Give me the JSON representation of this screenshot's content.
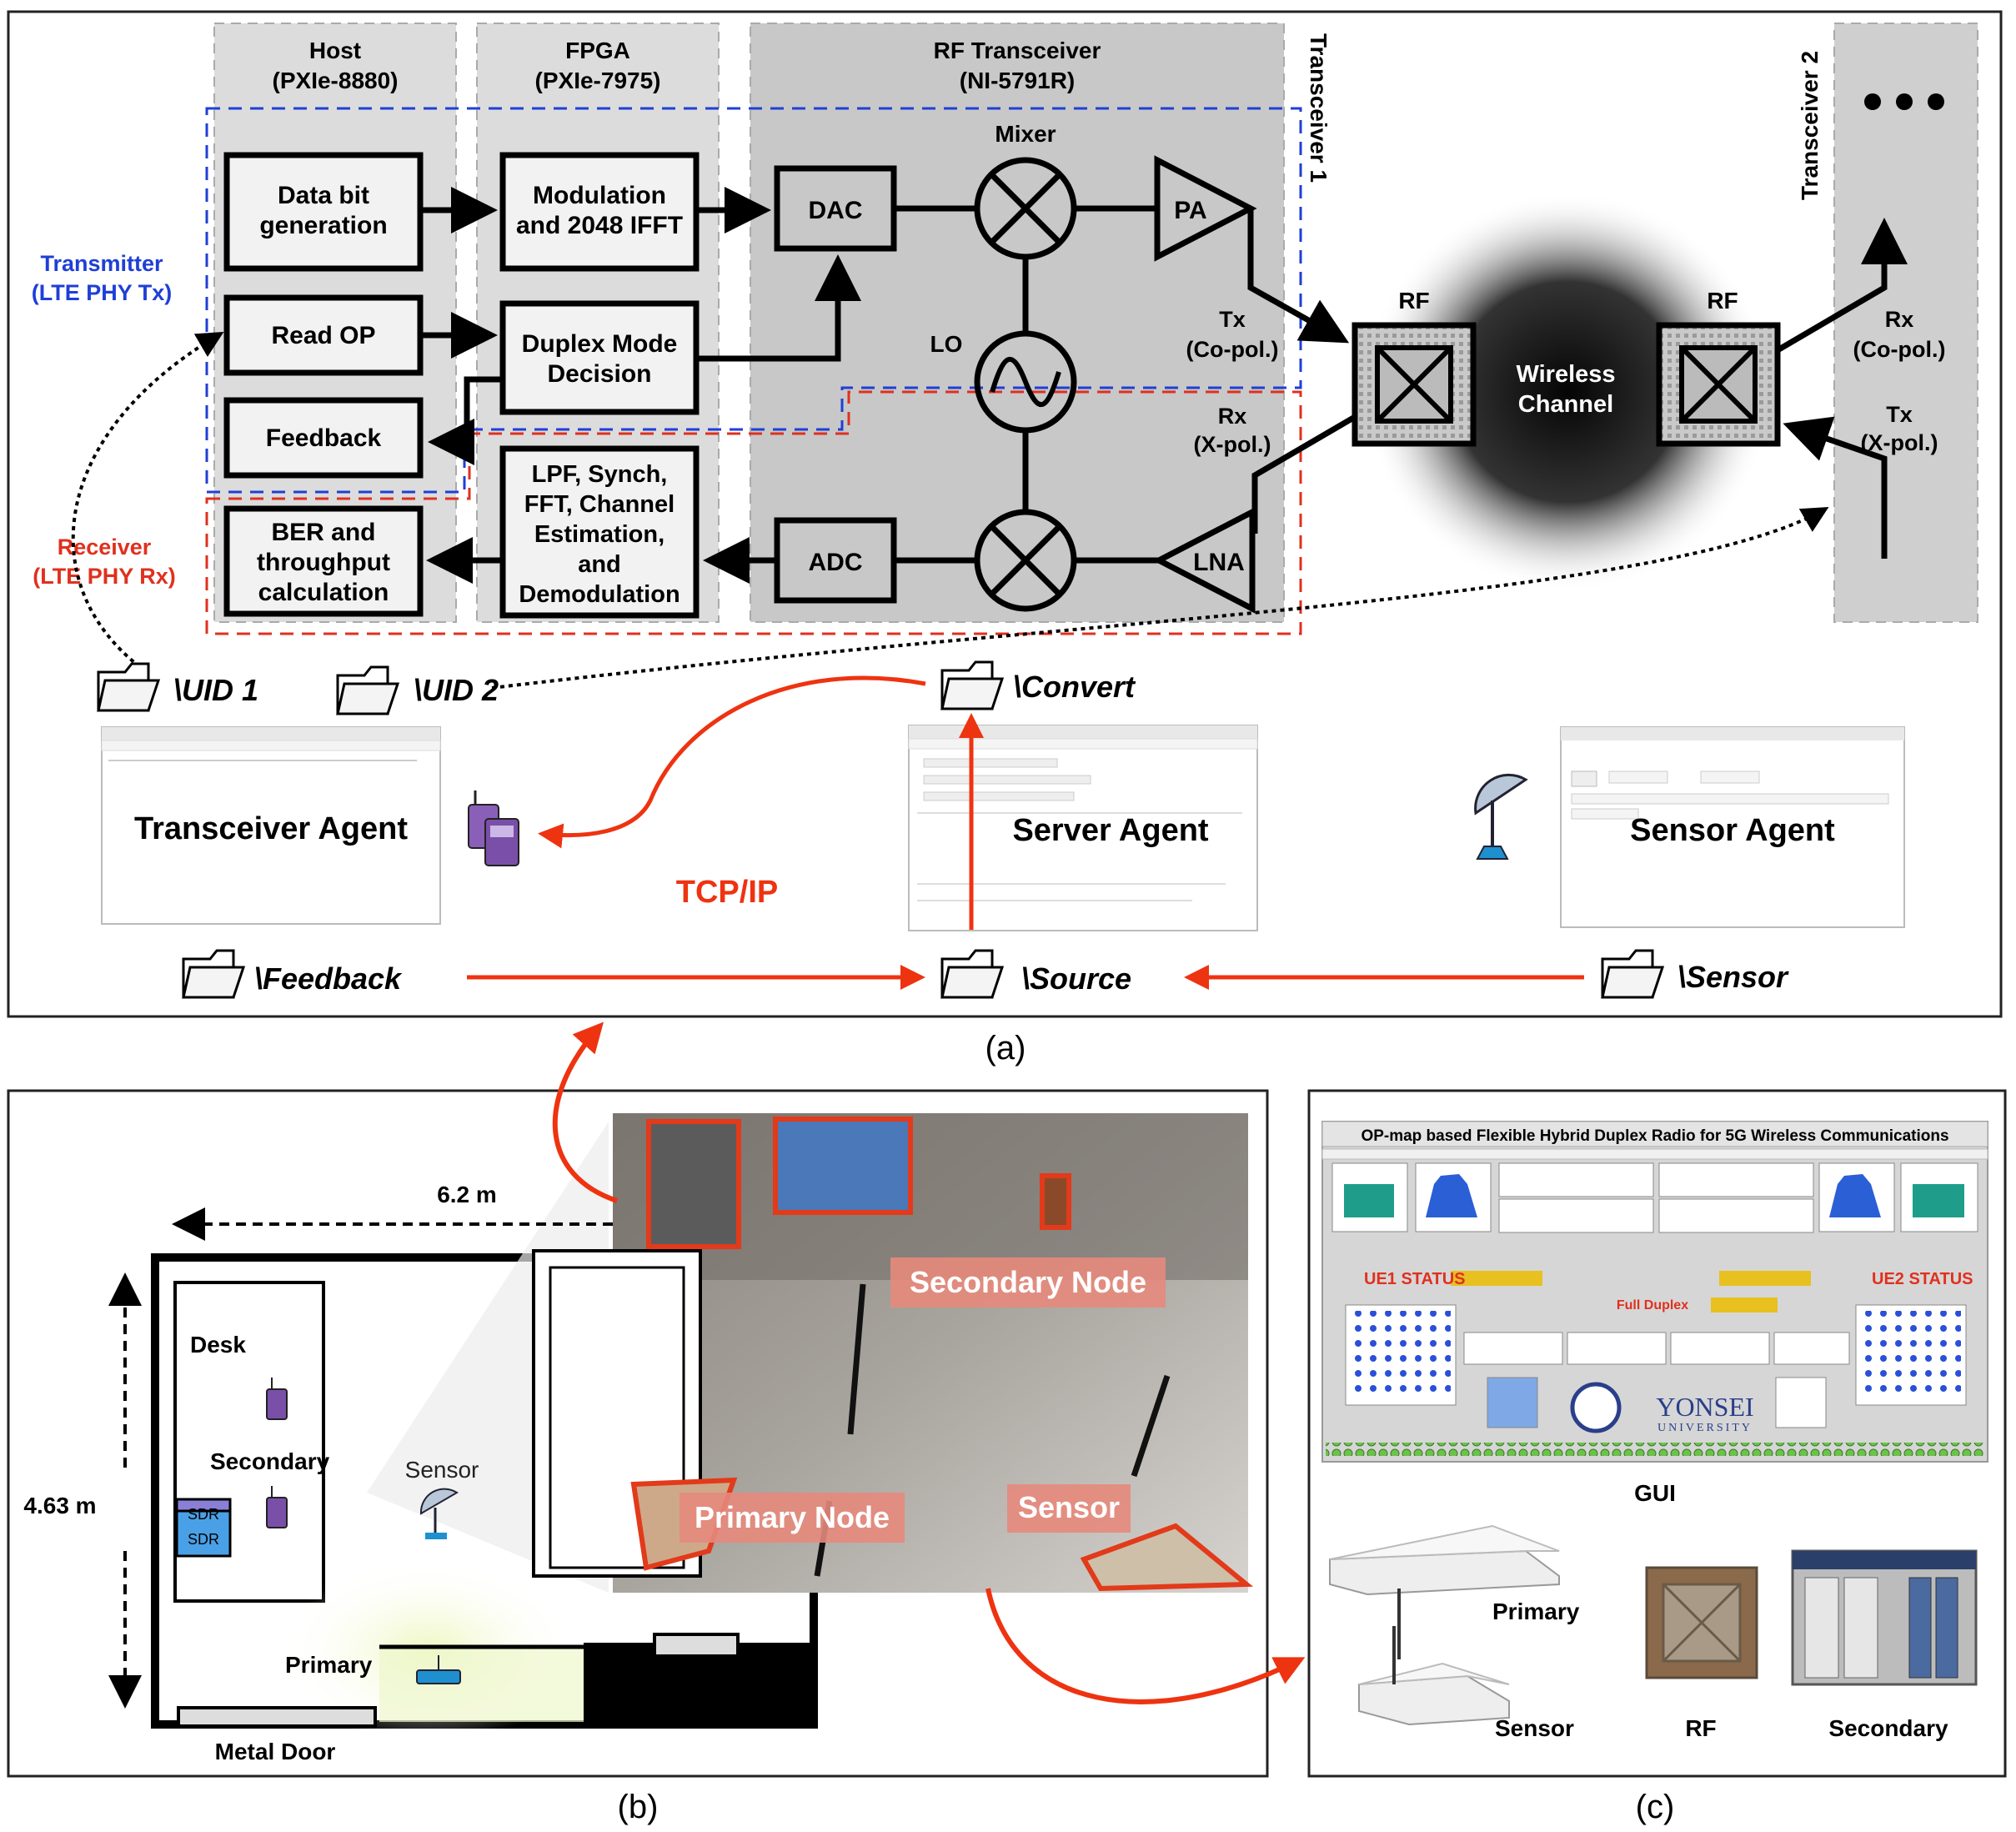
{
  "panel_a": {
    "caption": "(a)",
    "columns": {
      "host": [
        "Host",
        "(PXIe-8880)"
      ],
      "fpga": [
        "FPGA",
        "(PXIe-7975)"
      ],
      "rf": [
        "RF Transceiver",
        "(NI-5791R)"
      ]
    },
    "transceiver1": "Transceiver 1",
    "transceiver2": "Transceiver 2",
    "ellipsis": "•••",
    "tx_label": [
      "Transmitter",
      "(LTE PHY Tx)"
    ],
    "rx_label": [
      "Receiver",
      "(LTE PHY Rx)"
    ],
    "blocks": {
      "data_bit": [
        "Data bit",
        "generation"
      ],
      "read_op": "Read OP",
      "feedback": "Feedback",
      "ber": [
        "BER and",
        "throughput",
        "calculation"
      ],
      "modulation": [
        "Modulation",
        "and 2048 IFFT"
      ],
      "duplex": [
        "Duplex Mode",
        "Decision"
      ],
      "lpf": [
        "LPF, Synch,",
        "FFT, Channel",
        "Estimation,",
        "and",
        "Demodulation"
      ],
      "dac": "DAC",
      "adc": "ADC",
      "pa": "PA",
      "lna": "LNA",
      "mixer": "Mixer",
      "lo": "LO"
    },
    "antenna": {
      "rf1": "RF",
      "rf2": "RF",
      "tx1": [
        "Tx",
        "(Co-pol.)"
      ],
      "rx1": [
        "Rx",
        "(X-pol.)"
      ],
      "rx2": [
        "Rx",
        "(Co-pol.)"
      ],
      "tx2": [
        "Tx",
        "(X-pol.)"
      ],
      "channel": [
        "Wireless",
        "Channel"
      ]
    },
    "folders": {
      "uid1": "\\UID 1",
      "uid2": "\\UID 2",
      "convert": "\\Convert",
      "feedback": "\\Feedback",
      "source": "\\Source",
      "sensor": "\\Sensor"
    },
    "agents": {
      "transceiver": "Transceiver Agent",
      "server": "Server Agent",
      "sensor": "Sensor Agent"
    },
    "tcpip": "TCP/IP"
  },
  "panel_b": {
    "caption": "(b)",
    "width": "6.2 m",
    "height": "4.63 m",
    "desk": "Desk",
    "secondary": "Secondary",
    "sensor": "Sensor",
    "primary": "Primary",
    "sdr": "SDR",
    "metal_door": "Metal Door",
    "photo_labels": {
      "secondary_node": "Secondary Node",
      "primary_node": "Primary Node",
      "sensor": "Sensor"
    }
  },
  "panel_c": {
    "caption": "(c)",
    "gui_title": "OP-map based Flexible Hybrid Duplex Radio for 5G Wireless Communications",
    "ue1": "UE1 STATUS",
    "ue2": "UE2 STATUS",
    "full_duplex": "Full Duplex",
    "yonsei": "YONSEI",
    "university": "UNIVERSITY",
    "gui": "GUI",
    "primary": "Primary",
    "sensor": "Sensor",
    "rf": "RF",
    "secondary": "Secondary"
  },
  "colors": {
    "tx_blue": "#1f3fd6",
    "rx_red": "#e0301e",
    "arrow_red": "#ee3311",
    "gui_yellow": "#e8c020"
  }
}
